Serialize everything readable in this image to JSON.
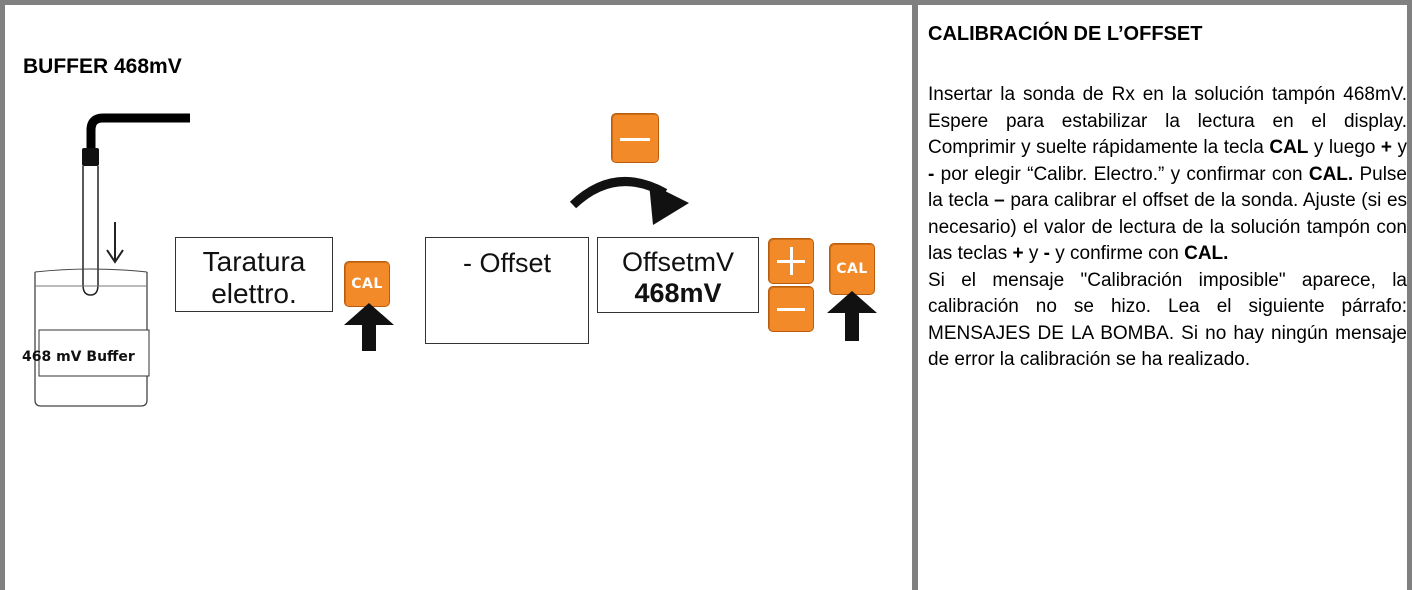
{
  "left_panel": {
    "title": "BUFFER 468mV",
    "beaker_label": "468 mV Buffer",
    "display_1": {
      "line1": "Taratura",
      "line2": "elettro."
    },
    "display_2": {
      "line1": "- Offset"
    },
    "display_3": {
      "line1": "OffsetmV",
      "line2": "468mV"
    },
    "keys": {
      "cal_label": "CAL"
    }
  },
  "right_panel": {
    "title": "CALIBRACIÓN DE L’OFFSET",
    "body": [
      {
        "t": "Insertar la sonda de Rx en la solución tampón 468mV. Espere para estabilizar la lectura en el display. Comprimir y suelte rápidamente la tecla "
      },
      {
        "b": "CAL"
      },
      {
        "t": " y luego "
      },
      {
        "b": "+"
      },
      {
        "t": " y "
      },
      {
        "b": "-"
      },
      {
        "t": " por elegir “Calibr. Electro.” y confirmar con "
      },
      {
        "b": "CAL."
      },
      {
        "t": " Pulse la tecla "
      },
      {
        "b": "–"
      },
      {
        "t": " para calibrar el offset de la sonda. Ajuste (si es necesario) el valor de lectura de la solución tampón con las teclas "
      },
      {
        "b": "+"
      },
      {
        "t": " y "
      },
      {
        "b": "-"
      },
      {
        "t": "  y confirme con "
      },
      {
        "b": "CAL."
      }
    ],
    "body2": "Si el mensaje \"Calibración imposible\" aparece, la calibración no se hizo. Lea el siguiente párrafo: MENSAJES DE LA BOMBA. Si no hay ningún mensaje de error la calibración se ha realizado."
  }
}
